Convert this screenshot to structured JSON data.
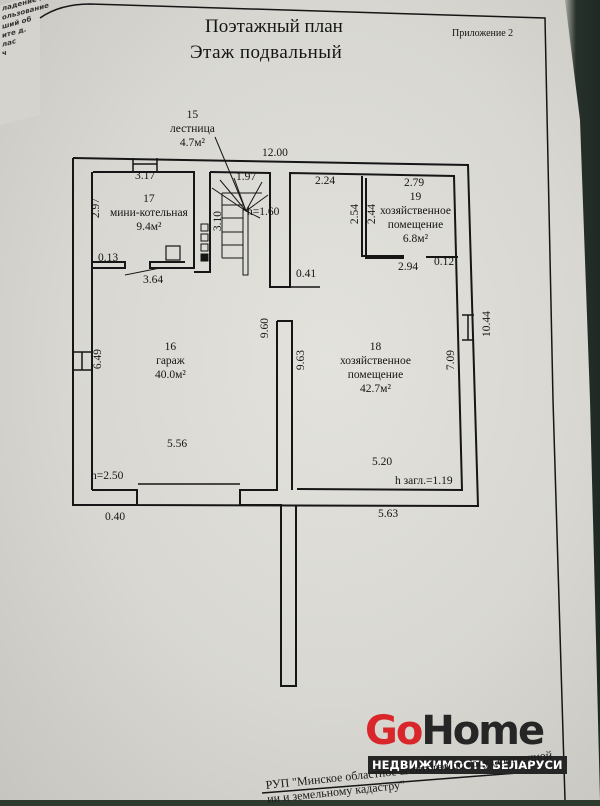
{
  "document": {
    "title_line1": "Поэтажный план",
    "title_line2": "Этаж  подвальный",
    "appendix": "Приложение   2",
    "left_page_text": [
      "ладение на",
      "ользование",
      "ший об",
      "ите д.",
      "лас",
      "ч"
    ]
  },
  "rooms": [
    {
      "number": "15",
      "name": "лестница",
      "area": "4.7м²"
    },
    {
      "number": "16",
      "name": "гараж",
      "area": "40.0м²"
    },
    {
      "number": "17",
      "name": "мини-котельная",
      "area": "9.4м²"
    },
    {
      "number": "18",
      "name": "хозяйственное помещение",
      "name_line1": "хозяйственное",
      "name_line2": "помещение",
      "area": "42.7м²"
    },
    {
      "number": "19",
      "name": "хозяйственное помещение",
      "name_line1": "хозяйственное",
      "name_line2": "помещение",
      "area": "6.8м²"
    }
  ],
  "dimensions": {
    "overall_width": "12.00",
    "overall_height": "10.44",
    "boiler_top": "3.17",
    "boiler_side": "2.97",
    "boiler_bottom": "3.64",
    "boiler_wall": "0.13",
    "stair_top": "1.97",
    "stair_side": "3.10",
    "stair_height": "h=1.60",
    "corridor_top": "2.24",
    "room19_top": "2.79",
    "room19_left_outer": "2.54",
    "room19_left_inner": "2.44",
    "room19_bottom": "2.94",
    "room19_wall": "0.12",
    "partition_end": "0.41",
    "garage_wall_left": "9.60",
    "room18_left": "9.63",
    "room18_right": "7.09",
    "garage_left": "6.49",
    "garage_bottom": "5.56",
    "garage_height": "h=2.50",
    "garage_wall": "0.40",
    "room18_bottom": "5.20",
    "room18_outer_bottom": "5.63",
    "depth": "h загл.=1.19"
  },
  "watermark": {
    "brand_go": "Go",
    "brand_home": "Home",
    "tagline": "НЕДВИЖИМОСТЬ БЕЛАРУСИ",
    "brand_go_color": "#d8262b",
    "brand_home_color": "#262626"
  },
  "footer": {
    "line1": "РУП \"Минское областное агентство по государственной",
    "line2": "              ии и земельному кадастру\""
  }
}
